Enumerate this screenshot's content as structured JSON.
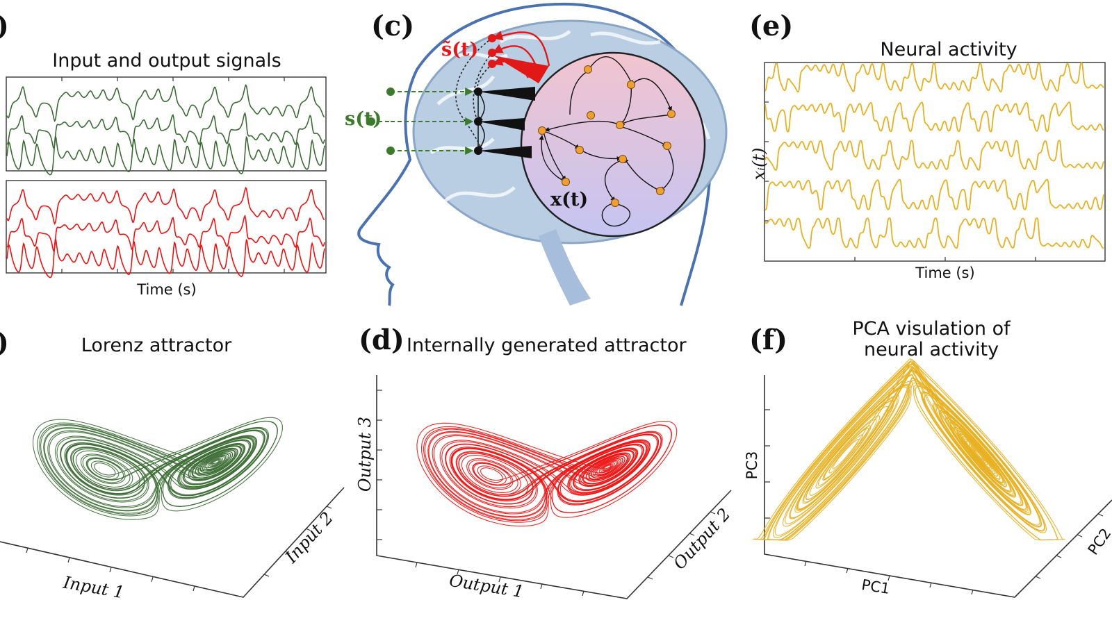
{
  "panels": {
    "a": {
      "label": ")",
      "title": "Input and output signals",
      "xlabel": "Time (s)"
    },
    "b": {
      "label": ")",
      "title": "Lorenz attractor",
      "axis1": "Input 1",
      "axis2": "Input 2"
    },
    "c": {
      "label": "(c)",
      "s_tilde": "s̃(t)",
      "s": "s(t)",
      "x": "x(t)"
    },
    "d": {
      "label": "(d)",
      "title": "Internally generated attractor",
      "axis1": "Output 1",
      "axis2": "Output 2",
      "axis3": "Output 3"
    },
    "e": {
      "label": "(e)",
      "title": "Neural activity",
      "ylabel": "xᵢ(t)",
      "xlabel": "Time (s)"
    },
    "f": {
      "label": "(f)",
      "title_line1": "PCA visulation of",
      "title_line2": "neural activity",
      "axis1": "PC1",
      "axis2": "PC2",
      "axis3": "PC3"
    }
  },
  "colors": {
    "input": "#3a6b32",
    "output": "#f01010",
    "neural": "#e8b020",
    "head": "#4a72b0",
    "brain": "#b9cde3",
    "reservoir_top": "#f2c4cf",
    "reservoir_bottom": "#c5c4f2",
    "node": "#f0a030"
  }
}
